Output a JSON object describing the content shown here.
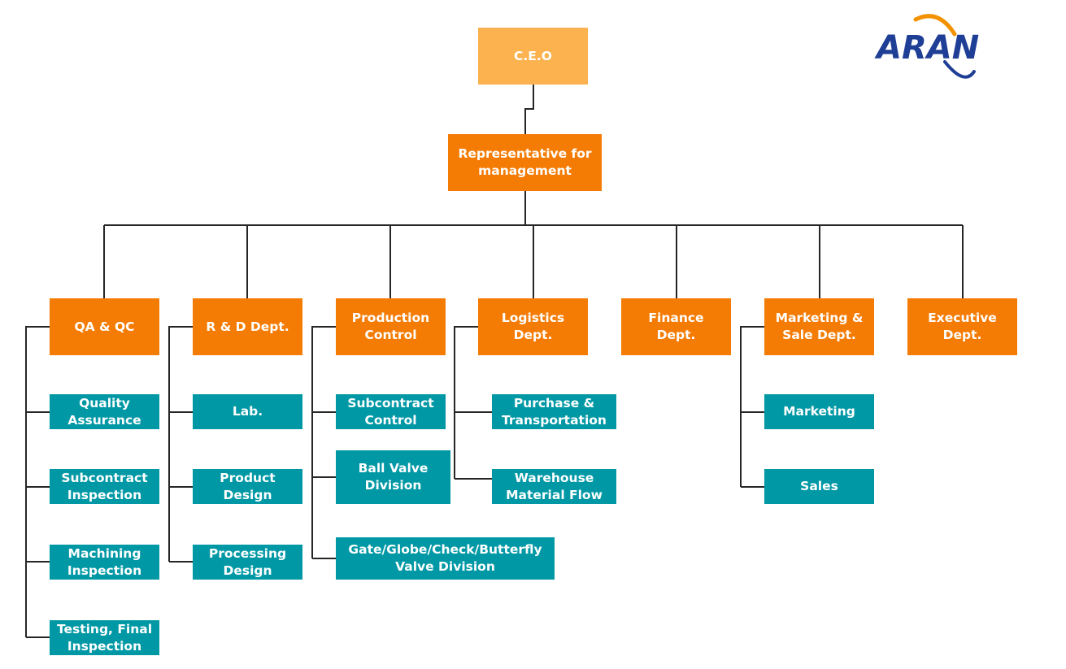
{
  "colors": {
    "ceo": "#fbb24f",
    "dept": "#f47c05",
    "unit": "#0098a5",
    "line": "#262626",
    "logo_blue": "#1f3e95",
    "logo_orange": "#f39200"
  },
  "logo": {
    "text": "ARAN"
  },
  "org": {
    "ceo": "C.E.O",
    "representative": "Representative for\nmanagement",
    "departments": [
      {
        "name": "QA & QC",
        "units": [
          "Quality\nAssurance",
          "Subcontract\nInspection",
          "Machining\nInspection",
          "Testing, Final\nInspection"
        ]
      },
      {
        "name": "R & D Dept.",
        "units": [
          "Lab.",
          "Product\nDesign",
          "Processing\nDesign"
        ]
      },
      {
        "name": "Production\nControl",
        "units": [
          "Subcontract\nControl",
          "Ball Valve\nDivision",
          "Gate/Globe/Check/Butterfly\nValve Division"
        ]
      },
      {
        "name": "Logistics\nDept.",
        "units": [
          "Purchase &\nTransportation",
          "Warehouse\nMaterial Flow"
        ]
      },
      {
        "name": "Finance\nDept.",
        "units": []
      },
      {
        "name": "Marketing &\nSale Dept.",
        "units": [
          "Marketing",
          "Sales"
        ]
      },
      {
        "name": "Executive\nDept.",
        "units": []
      }
    ]
  }
}
